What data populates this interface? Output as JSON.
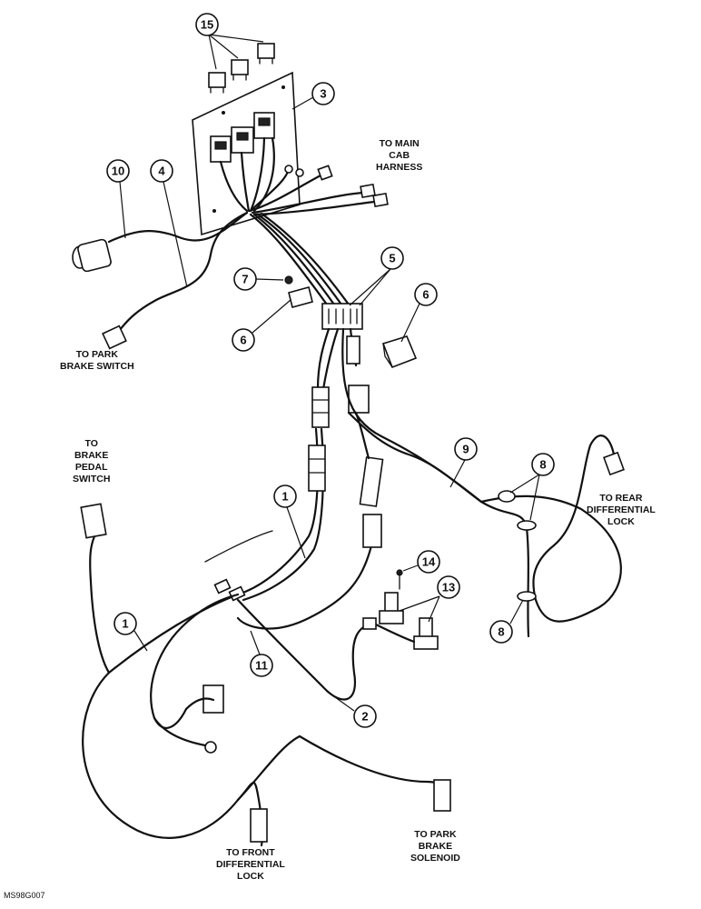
{
  "destinations": {
    "main_cab_harness": [
      "TO MAIN",
      "CAB",
      "HARNESS"
    ],
    "park_brake_switch": [
      "TO PARK",
      "BRAKE SWITCH"
    ],
    "brake_pedal_switch": [
      "TO",
      "BRAKE",
      "PEDAL",
      "SWITCH"
    ],
    "rear_diff_lock": [
      "TO REAR",
      "DIFFERENTIAL",
      "LOCK"
    ],
    "front_diff_lock": [
      "TO FRONT",
      "DIFFERENTIAL",
      "LOCK"
    ],
    "park_brake_solenoid": [
      "TO PARK",
      "BRAKE",
      "SOLENOID"
    ]
  },
  "callouts": {
    "c15": "15",
    "c3": "3",
    "c10": "10",
    "c4": "4",
    "c5": "5",
    "c7": "7",
    "c6a": "6",
    "c6b": "6",
    "c9": "9",
    "c8a": "8",
    "c8b": "8",
    "c1a": "1",
    "c14": "14",
    "c13": "13",
    "c1b": "1",
    "c11": "11",
    "c2": "2"
  },
  "figure_code": "MS98G007"
}
